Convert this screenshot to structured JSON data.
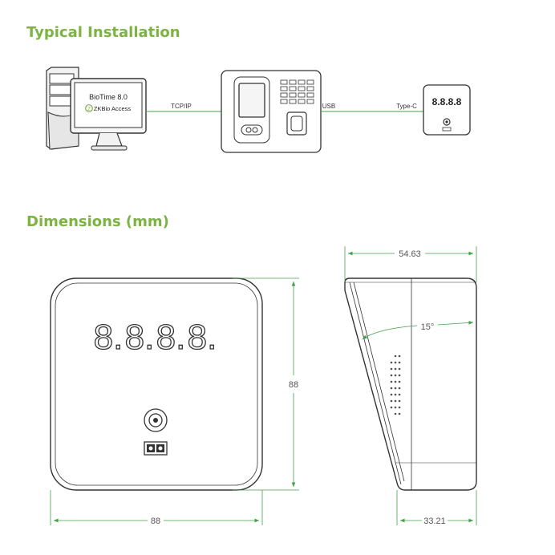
{
  "headings": {
    "installation": "Typical Installation",
    "dimensions": "Dimensions (mm)"
  },
  "installation": {
    "software_1": "BioTime 8.0",
    "software_2_logo": "Z",
    "software_2": "ZKBio Access",
    "link_1": "TCP/IP",
    "link_2": "USB",
    "link_3": "Type-C",
    "display_readout": "8.8.8.8"
  },
  "dimensions": {
    "front_width": "88",
    "front_height": "88",
    "side_depth": "54.63",
    "side_base": "33.21",
    "angle": "15°",
    "display_digits": [
      "8.",
      "8.",
      "8.",
      "8."
    ]
  },
  "colors": {
    "accent": "#7cb342",
    "dim_line": "#43a047",
    "outline": "#333333"
  }
}
